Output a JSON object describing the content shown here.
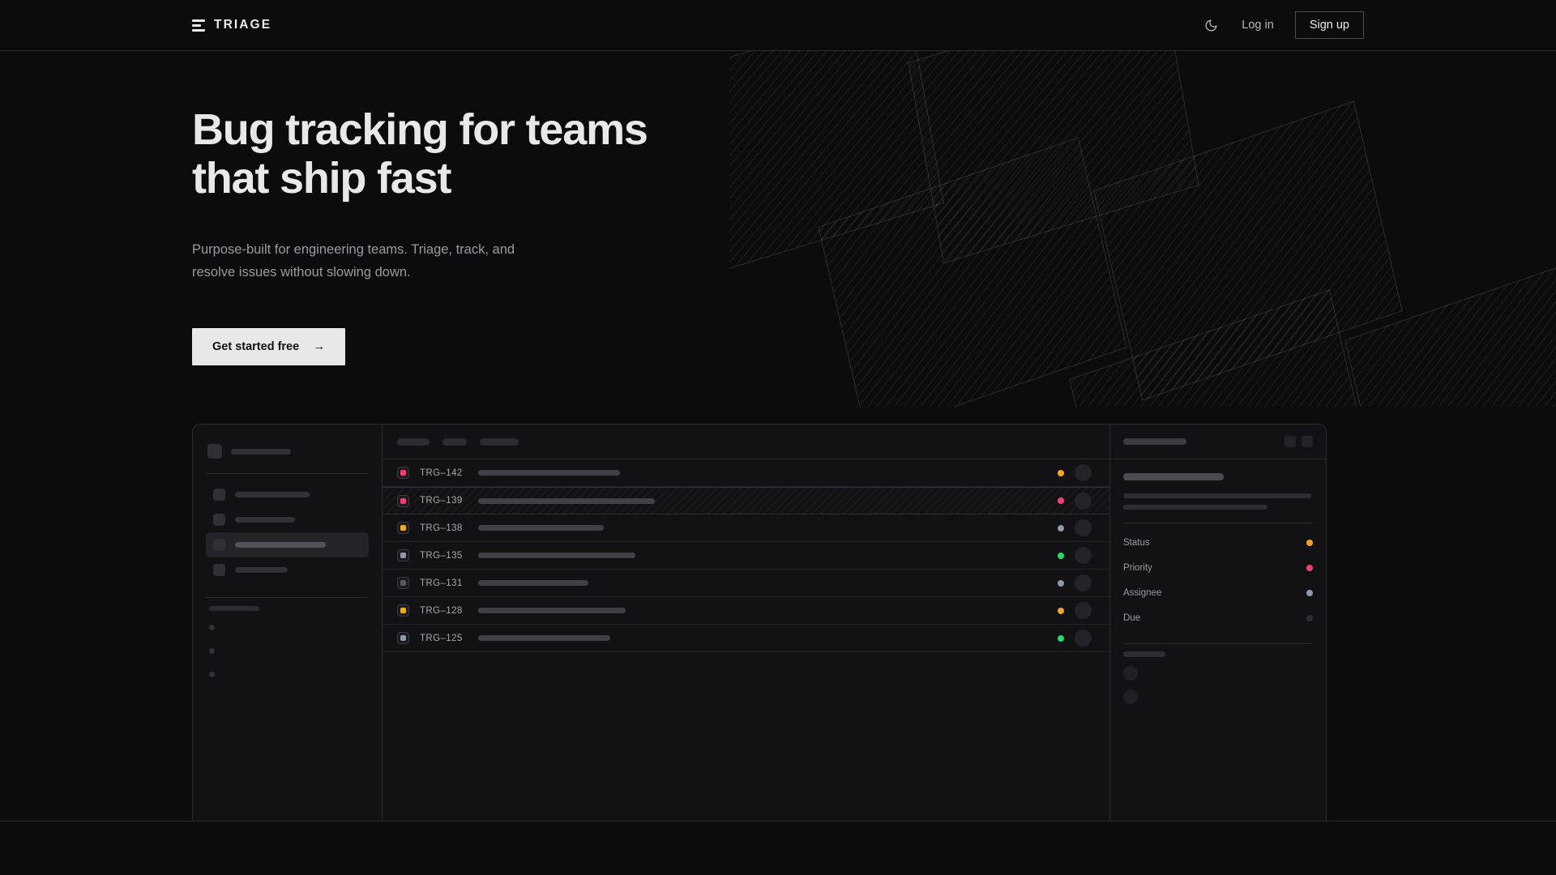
{
  "brand": {
    "name": "TRIAGE",
    "logo_icon": "triage-bars-icon"
  },
  "nav": {
    "theme_toggle_icon": "moon-icon",
    "login_label": "Log in",
    "signup_label": "Sign up"
  },
  "hero": {
    "headline": "Bug tracking for teams\nthat ship fast",
    "subhead": "Purpose-built for engineering teams. Triage, track, and\nresolve issues without slowing down.",
    "cta_label": "Get started free",
    "cta_arrow": "→"
  },
  "colors": {
    "page_bg": "#0c0c0e",
    "panel_bg": "#121214",
    "border": "#2b2c2f",
    "text_primary": "#e8e8ea",
    "text_muted": "#9a9b9e",
    "cta_bg": "#e8e8e8",
    "status_orange": "#f5a623",
    "status_pink": "#f43f6e",
    "status_slate": "#8e99ae",
    "status_green": "#22dd66",
    "status_idle": "#2e2f34"
  },
  "mockup": {
    "sidebar": {
      "workspace_placeholder_width": 74,
      "nav_items": [
        {
          "label_width": 92,
          "active": false
        },
        {
          "label_width": 74,
          "active": false
        },
        {
          "label_width": 112,
          "active": true
        },
        {
          "label_width": 65,
          "active": false
        }
      ],
      "section_label_width": 62,
      "mini_items": 3
    },
    "toolbar": {
      "pill_widths": [
        40,
        30,
        48
      ]
    },
    "issues": [
      {
        "key": "TRG–142",
        "priority_color": "#f43f6e",
        "title_width": 175,
        "status_color": "#f5a623",
        "selected": false
      },
      {
        "key": "TRG–139",
        "priority_color": "#f43f6e",
        "title_width": 218,
        "status_color": "#f43f6e",
        "selected": true
      },
      {
        "key": "TRG–138",
        "priority_color": "#f5a623",
        "title_width": 155,
        "status_color": "#8e99ae",
        "selected": false
      },
      {
        "key": "TRG–135",
        "priority_color": "#8e99ae",
        "title_width": 194,
        "status_color": "#22dd66",
        "selected": false
      },
      {
        "key": "TRG–131",
        "priority_color": "#5a5b60",
        "title_width": 136,
        "status_color": "#8e99ae",
        "selected": false
      },
      {
        "key": "TRG–128",
        "priority_color": "#f5a623",
        "title_width": 182,
        "status_color": "#f5a623",
        "selected": false
      },
      {
        "key": "TRG–125",
        "priority_color": "#8e99ae",
        "title_width": 163,
        "status_color": "#22dd66",
        "selected": false
      }
    ],
    "detail": {
      "title_placeholder_width": 78,
      "action_buttons": 2,
      "summary_bar_width": 124,
      "body_line_widths": [
        232,
        178
      ],
      "meta": [
        {
          "label": "Status",
          "dot_color": "#f5a623"
        },
        {
          "label": "Priority",
          "dot_color": "#f43f6e"
        },
        {
          "label": "Assignee",
          "dot_color": "#8e99ae"
        },
        {
          "label": "Due",
          "dot_color": "#2e2f34"
        }
      ],
      "comments_label_width": 52,
      "comment_avatars": 2
    }
  }
}
